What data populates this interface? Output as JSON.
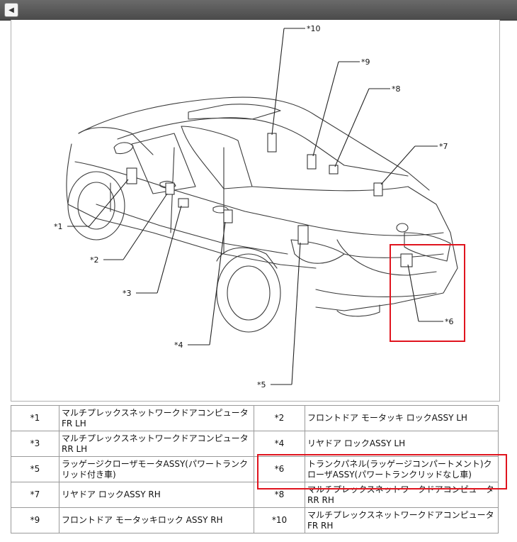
{
  "toolbar": {
    "back_icon": "back-arrow-icon"
  },
  "diagram": {
    "callouts": [
      {
        "label": "*1"
      },
      {
        "label": "*2"
      },
      {
        "label": "*3"
      },
      {
        "label": "*4"
      },
      {
        "label": "*5"
      },
      {
        "label": "*6"
      },
      {
        "label": "*7"
      },
      {
        "label": "*8"
      },
      {
        "label": "*9"
      },
      {
        "label": "*10"
      }
    ]
  },
  "parts_table": {
    "rows": [
      [
        {
          "num": "*1",
          "name": "マルチプレックスネットワークドアコンピュータ FR LH"
        },
        {
          "num": "*2",
          "name": "フロントドア モータッキ ロックASSY LH"
        }
      ],
      [
        {
          "num": "*3",
          "name": "マルチプレックスネットワークドアコンピュータ RR LH"
        },
        {
          "num": "*4",
          "name": "リヤドア ロックASSY LH"
        }
      ],
      [
        {
          "num": "*5",
          "name": "ラッゲージクローザモータASSY(パワートランクリッド付き車)"
        },
        {
          "num": "*6",
          "name": "トランクパネル(ラッゲージコンパートメント)クローザASSY(パワートランクリッドなし車)"
        }
      ],
      [
        {
          "num": "*7",
          "name": "リヤドア ロックASSY RH"
        },
        {
          "num": "*8",
          "name": "マルチプレックスネットワークドアコンピュータ RR RH"
        }
      ],
      [
        {
          "num": "*9",
          "name": "フロントドア モータッキロック ASSY RH"
        },
        {
          "num": "*10",
          "name": "マルチプレックスネットワークドアコンピュータ FR RH"
        }
      ]
    ]
  },
  "colors": {
    "highlight": "#e0141e",
    "toolbar": "#555555"
  }
}
